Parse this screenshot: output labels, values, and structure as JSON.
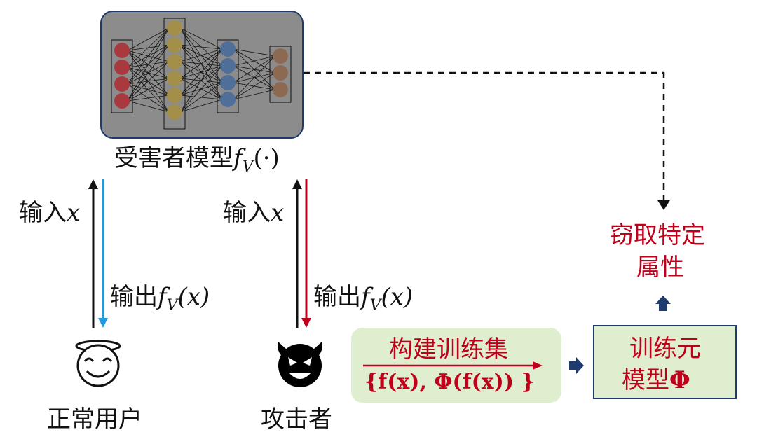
{
  "victim_model": {
    "label": "受害者模型",
    "fn": "f",
    "sub": "V",
    "arg": "(·)"
  },
  "left_arrows": {
    "input_text": "输入",
    "input_var": "x",
    "output_text": "输出",
    "output_fn": "f",
    "output_sub": "V",
    "output_arg": "(x)"
  },
  "right_arrows": {
    "input_text": "输入",
    "input_var": "x",
    "output_text": "输出",
    "output_fn": "f",
    "output_sub": "V",
    "output_arg": "(x)"
  },
  "normal_user": {
    "label": "正常用户",
    "icon": "smiling-face-with-halo-icon"
  },
  "attacker": {
    "label": "攻击者",
    "icon": "smiling-devil-icon"
  },
  "train_set": {
    "title": "构建训练集",
    "formula": "{f(x), Φ(f(x)) }"
  },
  "meta_model": {
    "line1": "训练元",
    "line2": "模型",
    "symbol": "Φ"
  },
  "steal": {
    "line1": "窃取特定",
    "line2": "属性"
  },
  "colors": {
    "red": "#c0001a",
    "blue": "#1e9be0",
    "box_border": "#1f3b6e",
    "green_fill": "#dfeecf",
    "gray_fill": "#8c8c8c"
  }
}
